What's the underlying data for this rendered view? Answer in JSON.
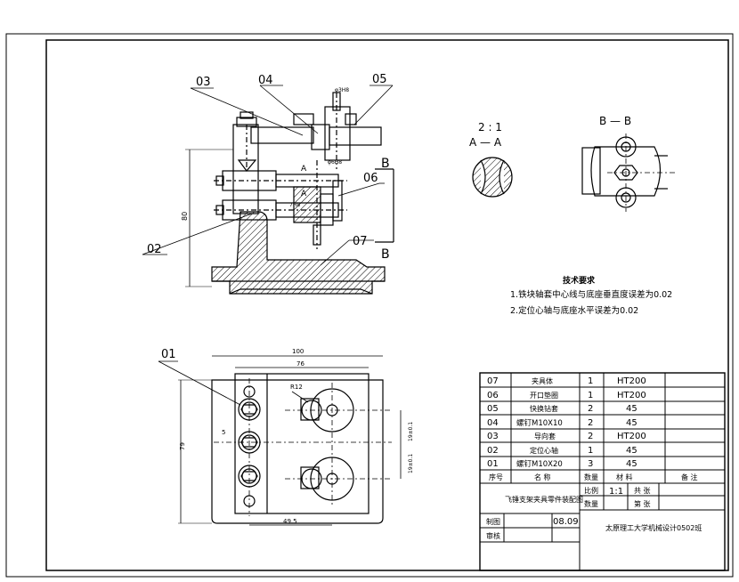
{
  "labels": {
    "p03": "03",
    "p04": "04",
    "p05": "05",
    "p06": "06",
    "p07": "07",
    "p02": "02",
    "p01": "01"
  },
  "section_mark": "B",
  "arrow_mark": "A",
  "dims": {
    "d80": "80",
    "d100": "100",
    "d76": "76",
    "d79": "79",
    "d495": "49.5",
    "r12": "R12",
    "d5": "5",
    "top_small": "φ3H8",
    "small2": "φ6H8",
    "small3": "7H8",
    "slot1": "19±0.1",
    "slot2": "19±0.1"
  },
  "views": {
    "scale": "2 : 1",
    "aa": "A — A",
    "bb": "B — B"
  },
  "tech": {
    "title": "技术要求",
    "line1": "1.铁块轴套中心线与底座垂直度误差为0.02",
    "line2": "2.定位心轴与底座水平误差为0.02"
  },
  "bom": {
    "rows": [
      {
        "no": "07",
        "name": "夹具体",
        "qty": "1",
        "mat": "HT200",
        "note": ""
      },
      {
        "no": "06",
        "name": "开口垫圈",
        "qty": "1",
        "mat": "HT200",
        "note": ""
      },
      {
        "no": "05",
        "name": "快换钻套",
        "qty": "2",
        "mat": "45",
        "note": ""
      },
      {
        "no": "04",
        "name": "螺钉M10X10",
        "qty": "2",
        "mat": "45",
        "note": ""
      },
      {
        "no": "03",
        "name": "导向套",
        "qty": "2",
        "mat": "HT200",
        "note": ""
      },
      {
        "no": "02",
        "name": "定位心轴",
        "qty": "1",
        "mat": "45",
        "note": ""
      },
      {
        "no": "01",
        "name": "螺钉M10X20",
        "qty": "3",
        "mat": "45",
        "note": ""
      }
    ],
    "header": {
      "no": "序号",
      "name": "名  称",
      "qty": "数量",
      "mat": "材    料",
      "note": "备  注"
    },
    "title": "飞锤支架夹具零件装配图",
    "scale_label": "比例",
    "scale_value": "1:1",
    "sheet_label": "共  张",
    "qty_label": "数量",
    "page_label": "第  张",
    "drawn_label": "制图",
    "check_label": "审核",
    "date": "08.09",
    "school": "太原理工大学机械设计0502班"
  },
  "colors": {
    "ink": "#000000",
    "paper": "#ffffff"
  }
}
